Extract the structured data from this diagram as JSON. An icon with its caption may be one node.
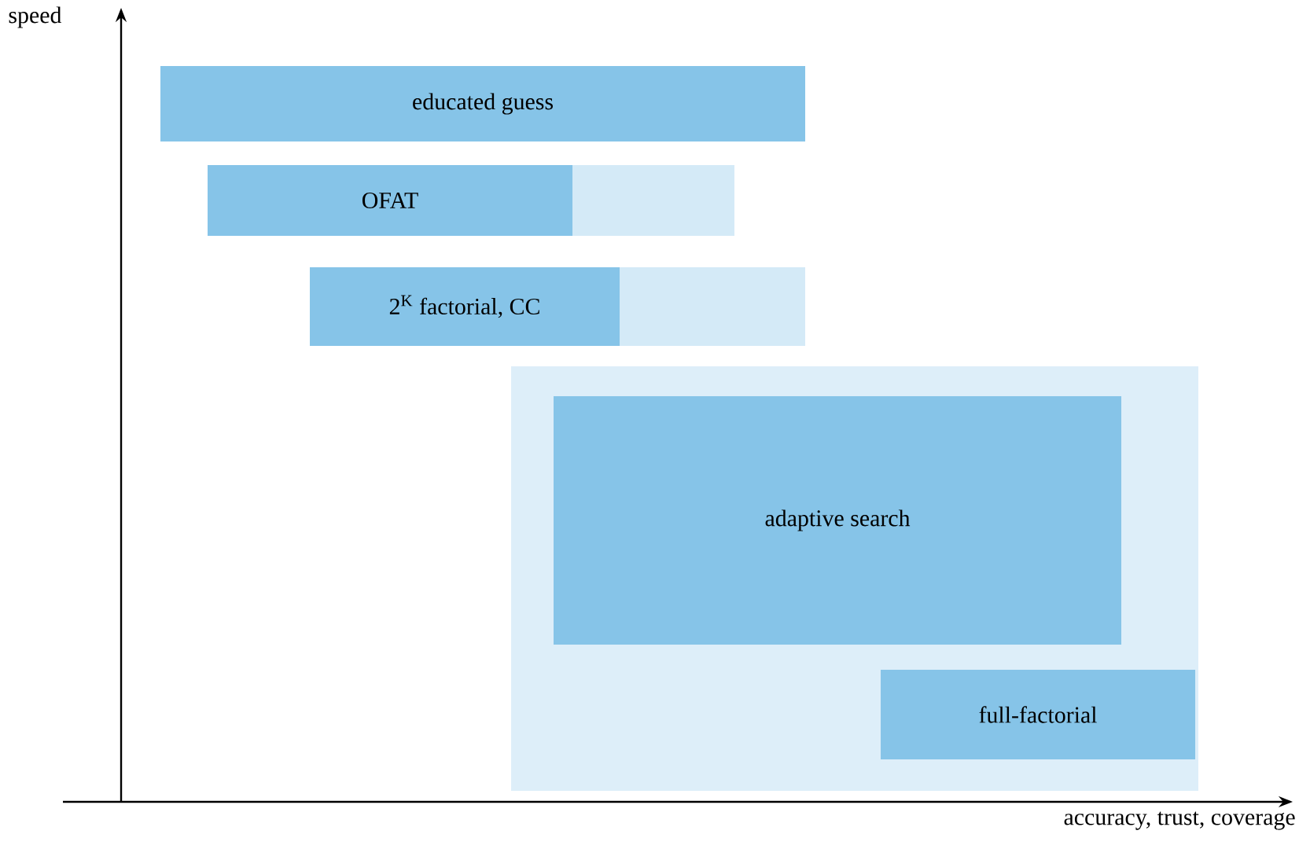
{
  "diagram": {
    "nodes": [
      {
        "text": [
          "educated guess"
        ]
      },
      {
        "text": [
          "OFAT"
        ]
      },
      {
        "text": [
          "2$^{K}$ factorial, CC"
        ]
      },
      {
        "text": [],
        "shape": "box"
      },
      {
        "text": [
          "adaptive search"
        ],
        "in": 3
      },
      {
        "text": [
          "full-factorial"
        ],
        "in": 3
      }
    ],
    "labels": [
      "speed",
      "accuracy, trust, coverage"
    ]
  }
}
